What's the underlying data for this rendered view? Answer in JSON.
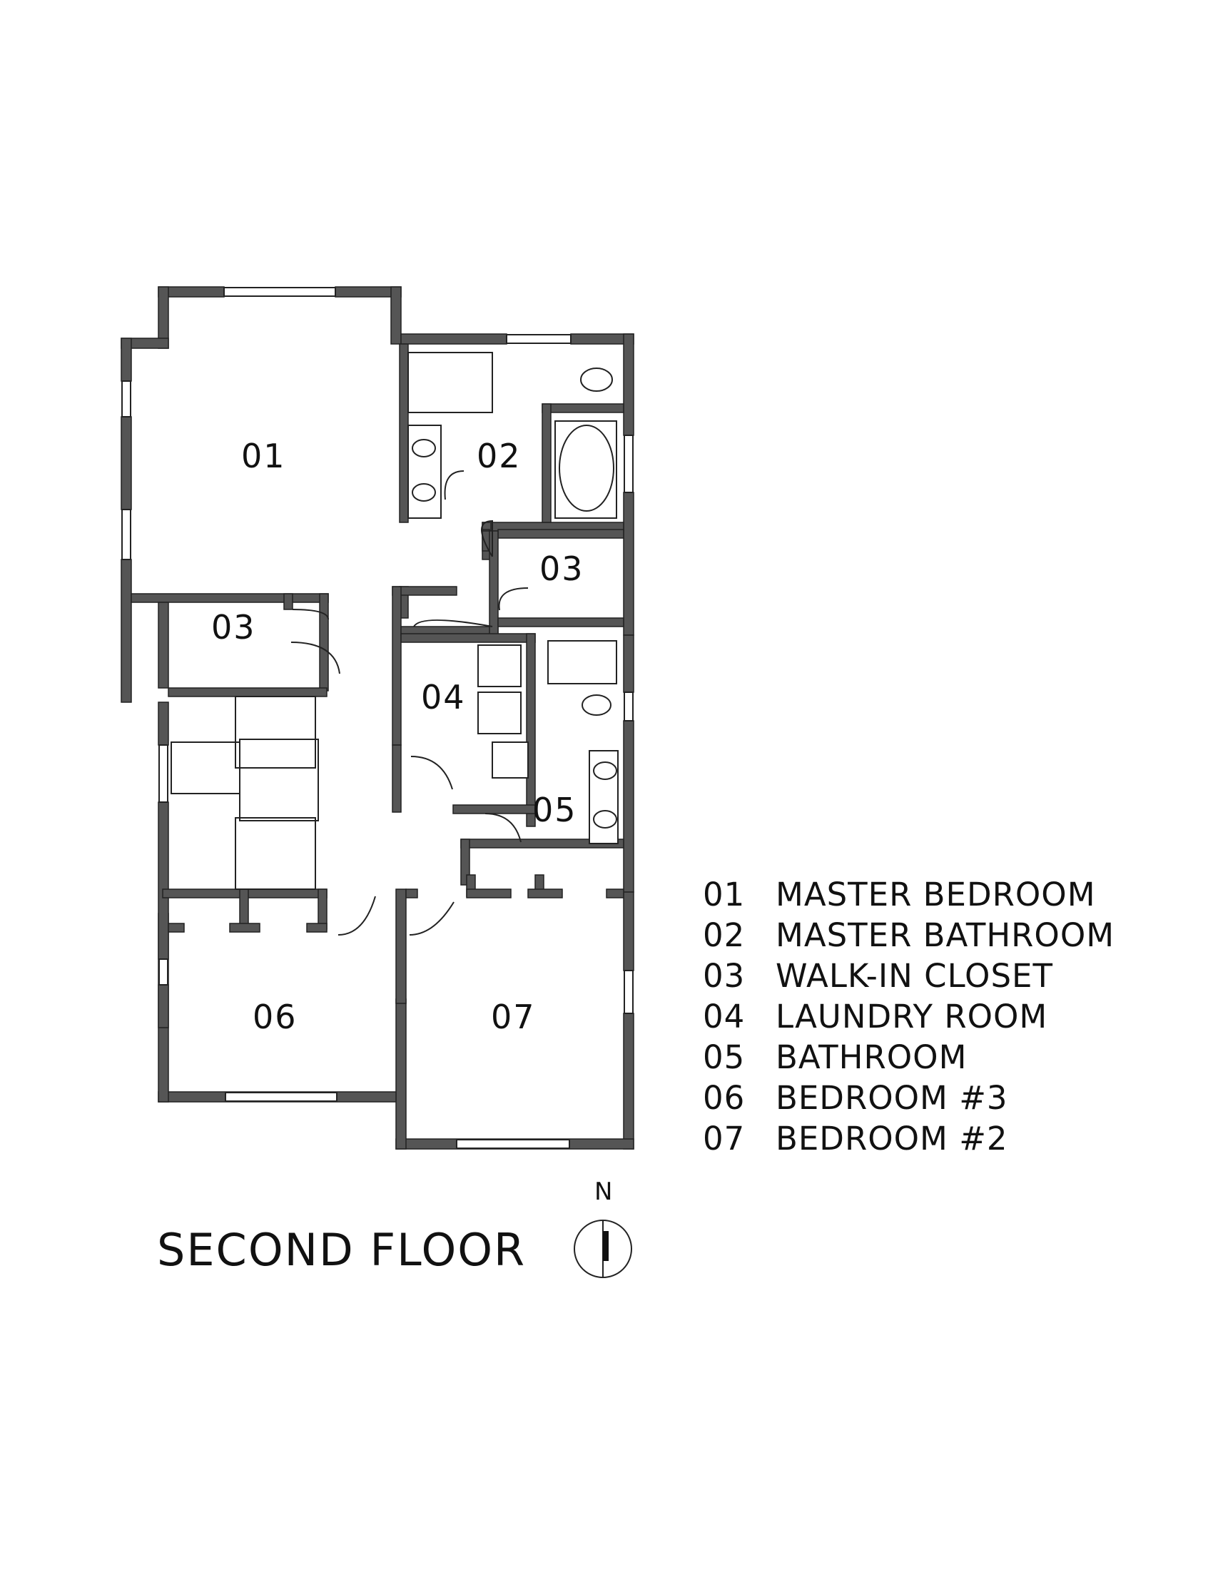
{
  "title": "SECOND FLOOR",
  "north": "N",
  "room_labels": {
    "r01": "01",
    "r02": "02",
    "r03a": "03",
    "r03b": "03",
    "r04": "04",
    "r05": "05",
    "r06": "06",
    "r07": "07"
  },
  "legend": [
    {
      "code": "01",
      "name": "MASTER BEDROOM"
    },
    {
      "code": "02",
      "name": "MASTER BATHROOM"
    },
    {
      "code": "03",
      "name": "WALK-IN CLOSET"
    },
    {
      "code": "04",
      "name": "LAUNDRY ROOM"
    },
    {
      "code": "05",
      "name": "BATHROOM"
    },
    {
      "code": "06",
      "name": "BEDROOM #3"
    },
    {
      "code": "07",
      "name": "BEDROOM #2"
    }
  ]
}
